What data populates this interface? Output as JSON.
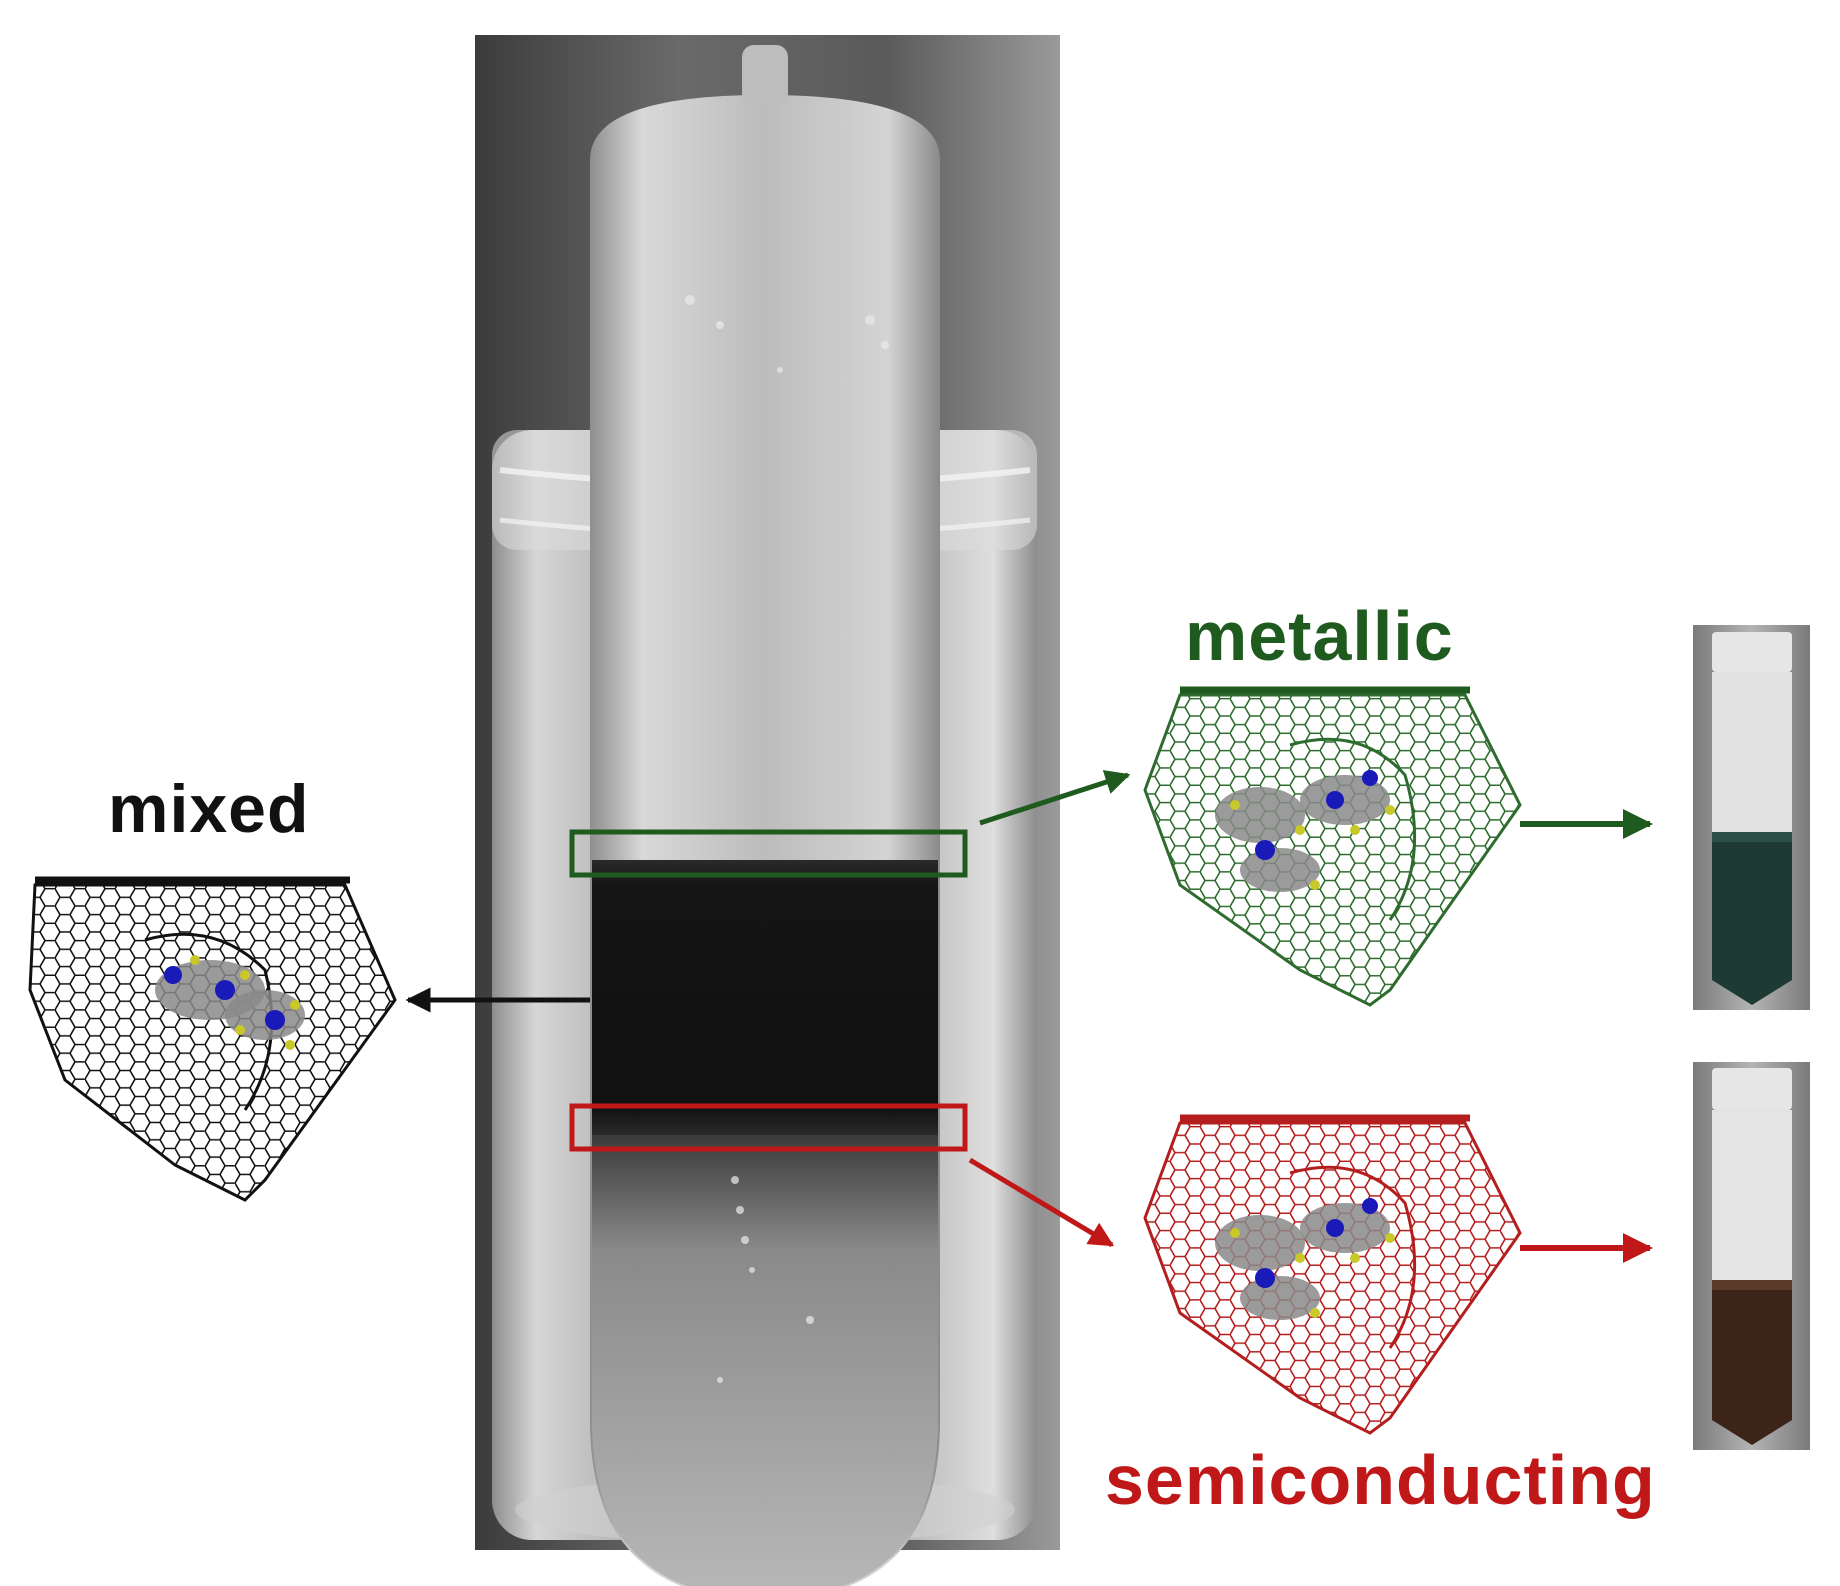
{
  "labels": {
    "mixed": "mixed",
    "metallic": "metallic",
    "semiconducting": "semiconducting"
  },
  "colors": {
    "mixed": "#111111",
    "metallic": "#1f5a1f",
    "semiconducting": "#c01818",
    "background": "#ffffff"
  },
  "icons": {
    "mixed_tube": "nanotube-icon",
    "metallic_tube": "nanotube-icon",
    "semiconducting_tube": "nanotube-icon",
    "arrows": "arrow-icon"
  }
}
